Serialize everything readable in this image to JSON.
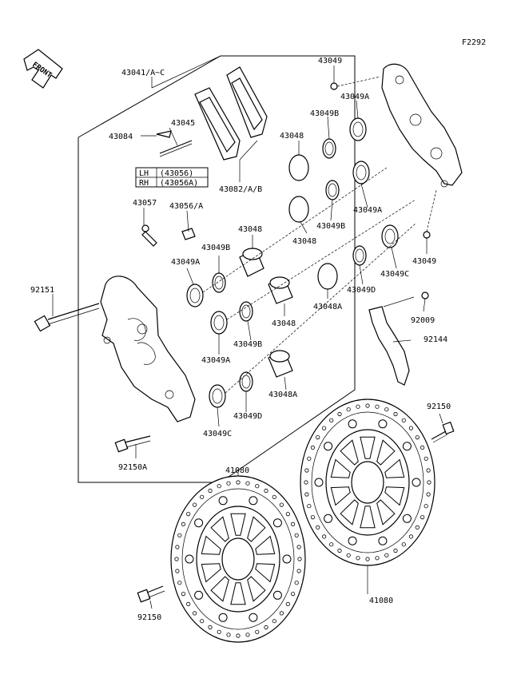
{
  "figure_code": "F2292",
  "front_label": "FRONT",
  "variant_table": [
    {
      "side": "LH",
      "part": "(43056)"
    },
    {
      "side": "RH",
      "part": "(43056A)"
    }
  ],
  "labels": {
    "l_43041": "43041/A~C",
    "l_43045": "43045",
    "l_43084": "43084",
    "l_43082": "43082/A/B",
    "l_43057": "43057",
    "l_43056": "43056/A",
    "l_43048_a": "43048",
    "l_43049b_a": "43049B",
    "l_43049a_a": "43049A",
    "l_92151": "92151",
    "l_43048_b": "43048",
    "l_43049b_b": "43049B",
    "l_43049a_b": "43049A",
    "l_43048a_a": "43048A",
    "l_43049d_a": "43049D",
    "l_43049c_a": "43049C",
    "l_92150a": "92150A",
    "l_43049_top": "43049",
    "l_43049a_top": "43049A",
    "l_43049b_top": "43049B",
    "l_43048_top": "43048",
    "l_43049a_r": "43049A",
    "l_43049b_r": "43049B",
    "l_43048_r": "43048",
    "l_43049_r": "43049",
    "l_43049c_r": "43049C",
    "l_43048a_r": "43048A",
    "l_43049d_r": "43049D",
    "l_92009": "92009",
    "l_92144": "92144",
    "l_92150_r": "92150",
    "l_41080_l": "41080",
    "l_41080_r": "41080",
    "l_92150_l": "92150"
  }
}
